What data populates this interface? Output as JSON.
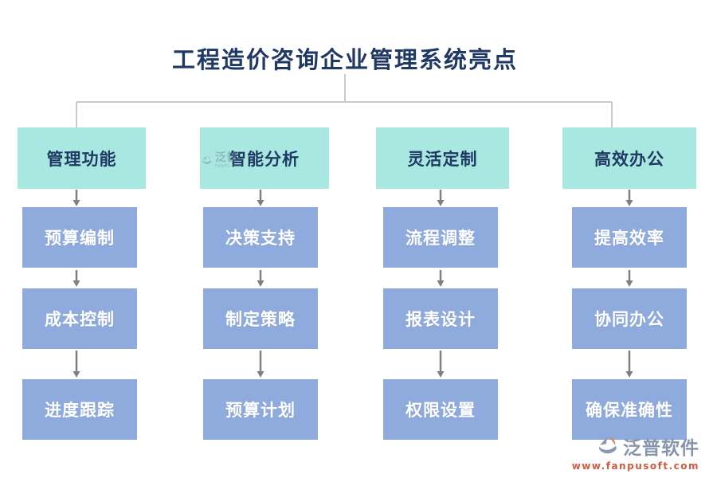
{
  "title": "工程造价咨询企业管理系统亮点",
  "columns": [
    {
      "header": "管理功能",
      "items": [
        "预算编制",
        "成本控制",
        "进度跟踪"
      ]
    },
    {
      "header": "智能分析",
      "items": [
        "决策支持",
        "制定策略",
        "预算计划"
      ]
    },
    {
      "header": "灵活定制",
      "items": [
        "流程调整",
        "报表设计",
        "权限设置"
      ]
    },
    {
      "header": "高效办公",
      "items": [
        "提高效率",
        "协同办公",
        "确保准确性"
      ]
    }
  ],
  "watermark": {
    "brand": "泛普",
    "caption": "FANPU SOFT"
  },
  "footer": {
    "brand": "泛普软件",
    "url": "www.fanpusoft.com"
  },
  "colors": {
    "title_navy": "#1F3864",
    "header_teal": "#A9E8E0",
    "item_blue": "#8FAADC",
    "wire_gray": "#C9C9C9",
    "arrow_gray": "#7F7F7F",
    "footer_brand": "#8795AC",
    "footer_url": "#CF5B41",
    "logo_slate": "#8A99AF",
    "logo_salmon": "#D5876E"
  }
}
